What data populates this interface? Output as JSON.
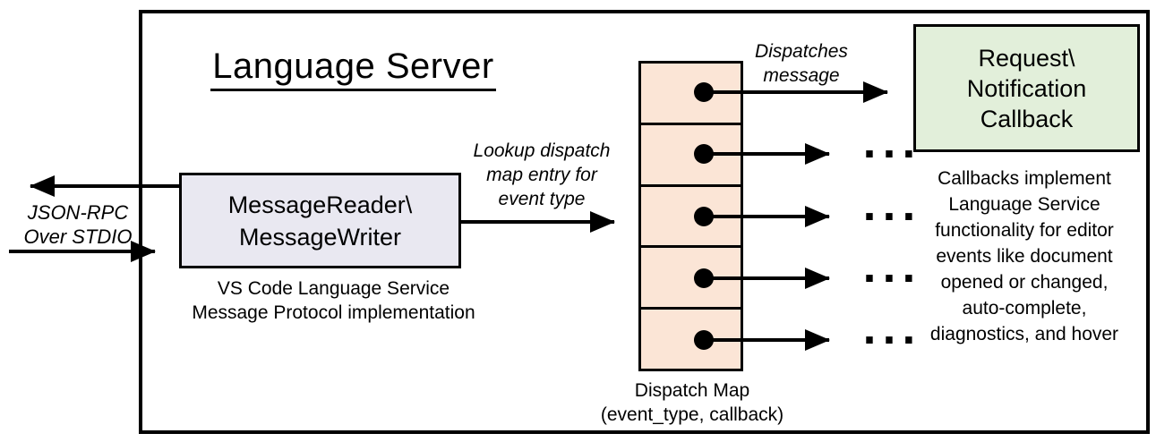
{
  "diagram": {
    "title": "Language Server",
    "io_label": {
      "line1": "JSON-RPC",
      "line2": "Over STDIO"
    },
    "reader_box": {
      "line1": "MessageReader\\",
      "line2": "MessageWriter"
    },
    "reader_caption": {
      "line1": "VS Code Language Service",
      "line2": "Message Protocol implementation"
    },
    "lookup_label": {
      "line1": "Lookup dispatch",
      "line2": "map entry for",
      "line3": "event type"
    },
    "dispatches_label": {
      "line1": "Dispatches",
      "line2": "message"
    },
    "callback_box": {
      "line1": "Request\\",
      "line2": "Notification",
      "line3": "Callback"
    },
    "dispatch_map": {
      "cell_count": 5,
      "caption_line1": "Dispatch Map",
      "caption_line2": "(event_type, callback)"
    },
    "callbacks_note_lines": [
      "Callbacks implement",
      "Language Service",
      "functionality for editor",
      "events like document",
      "opened or changed,",
      "auto-complete,",
      "diagnostics, and hover"
    ],
    "ellipsis": "...",
    "colors": {
      "reader_fill": "#e9e8f1",
      "map_fill": "#fbe5d6",
      "callback_fill": "#e2efda",
      "line": "#000000",
      "background": "#ffffff"
    }
  }
}
